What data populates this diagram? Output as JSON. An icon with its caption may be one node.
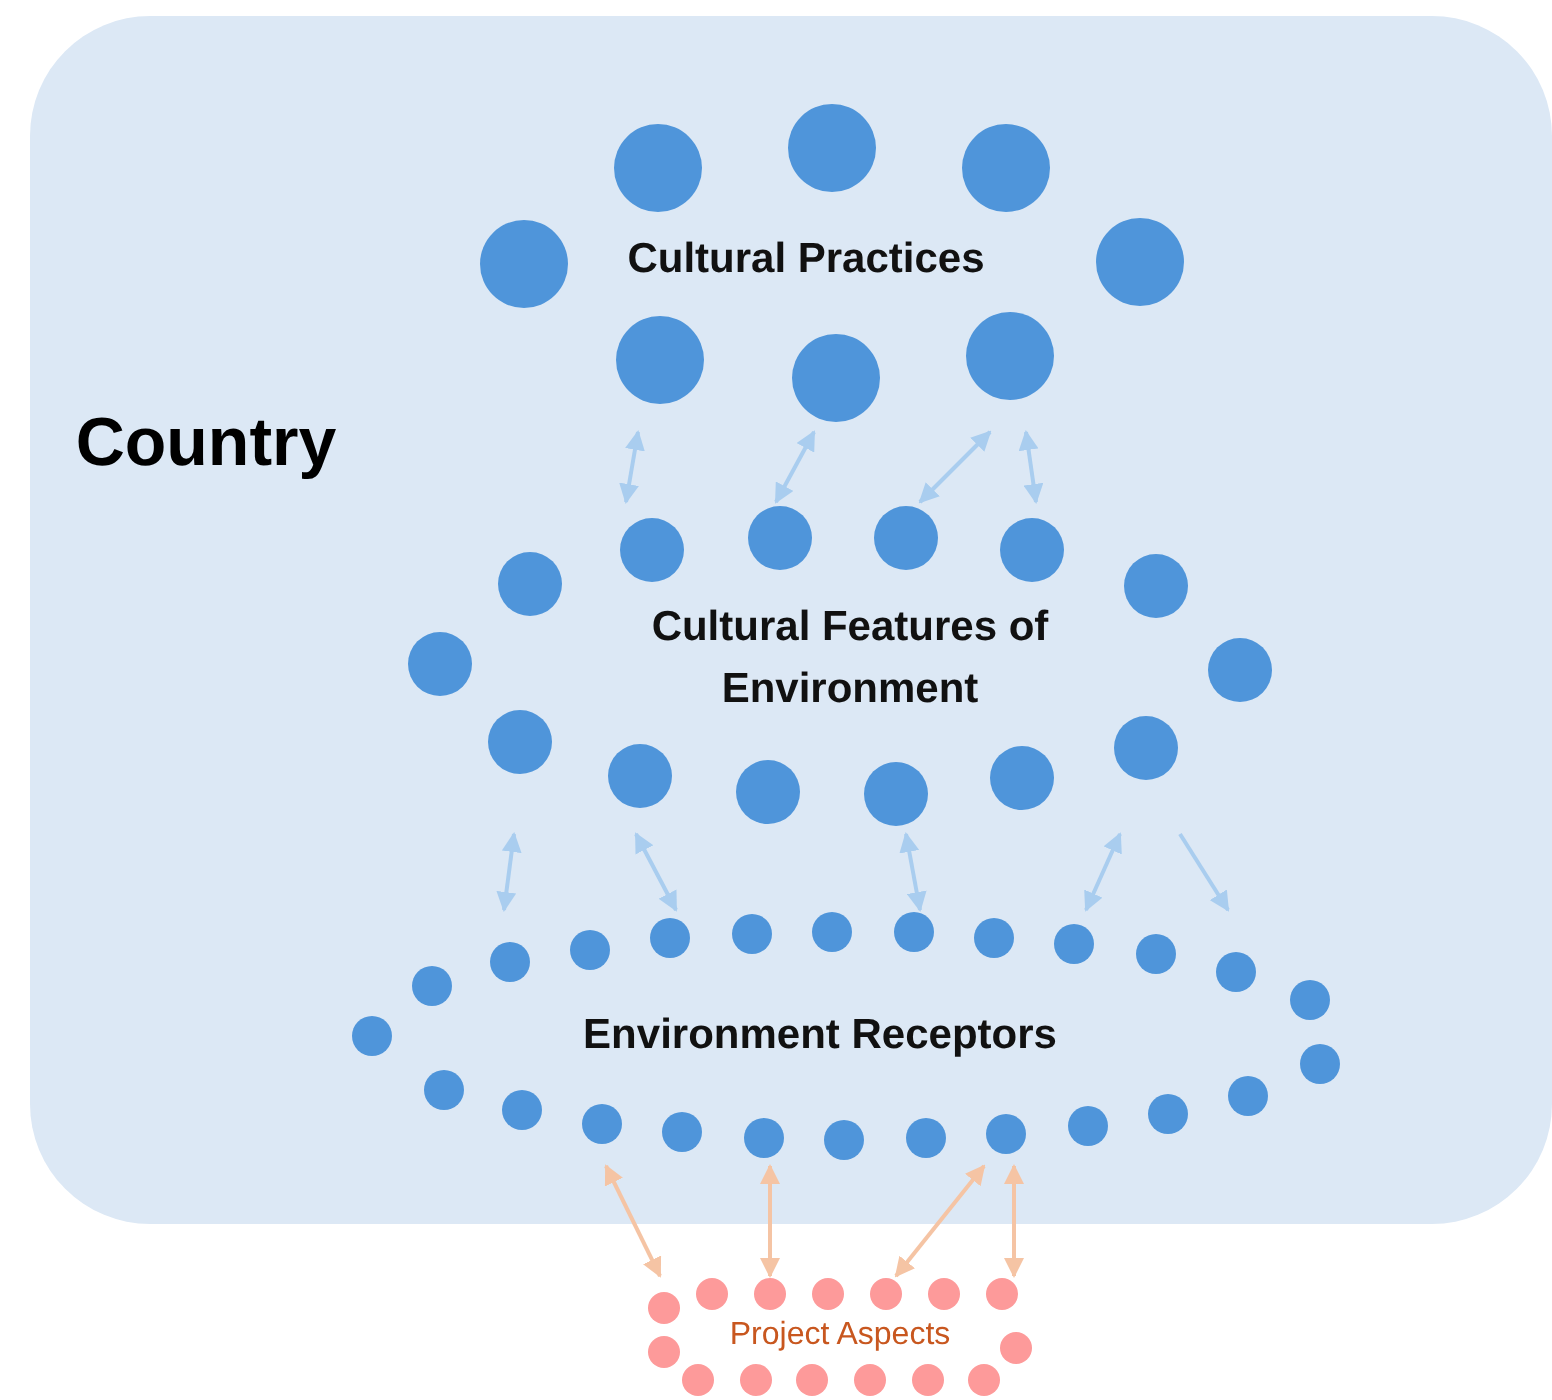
{
  "diagram": {
    "nodes": [
      {
        "text": [
          "Country"
        ]
      },
      {
        "text": [
          "Cultural Practices"
        ],
        "in": 0
      },
      {
        "text": [
          "Cultural Features of Environment"
        ],
        "in": 0
      },
      {
        "text": [
          "Environment Receptors"
        ],
        "in": 0
      },
      {
        "text": [
          "Project Aspects"
        ]
      }
    ],
    "edges": [
      {
        "from": 1,
        "to": 2,
        "arrow": "both"
      },
      {
        "from": 1,
        "to": 2,
        "arrow": "both"
      },
      {
        "from": 1,
        "to": 2,
        "arrow": "both"
      },
      {
        "from": 1,
        "to": 2,
        "arrow": "both"
      },
      {
        "from": 2,
        "to": 3,
        "arrow": "both"
      },
      {
        "from": 2,
        "to": 3,
        "arrow": "both"
      },
      {
        "from": 2,
        "to": 3,
        "arrow": "both"
      },
      {
        "from": 2,
        "to": 3,
        "arrow": "both"
      },
      {
        "from": 2,
        "to": 3,
        "arrow": "to"
      },
      {
        "from": 3,
        "to": 4,
        "arrow": "both",
        "color": "#f5c4a4"
      },
      {
        "from": 3,
        "to": 4,
        "arrow": "both",
        "color": "#f5c4a4"
      },
      {
        "from": 3,
        "to": 4,
        "arrow": "both",
        "color": "#f5c4a4"
      },
      {
        "from": 3,
        "to": 4,
        "arrow": "both",
        "color": "#f5c4a4"
      }
    ]
  }
}
